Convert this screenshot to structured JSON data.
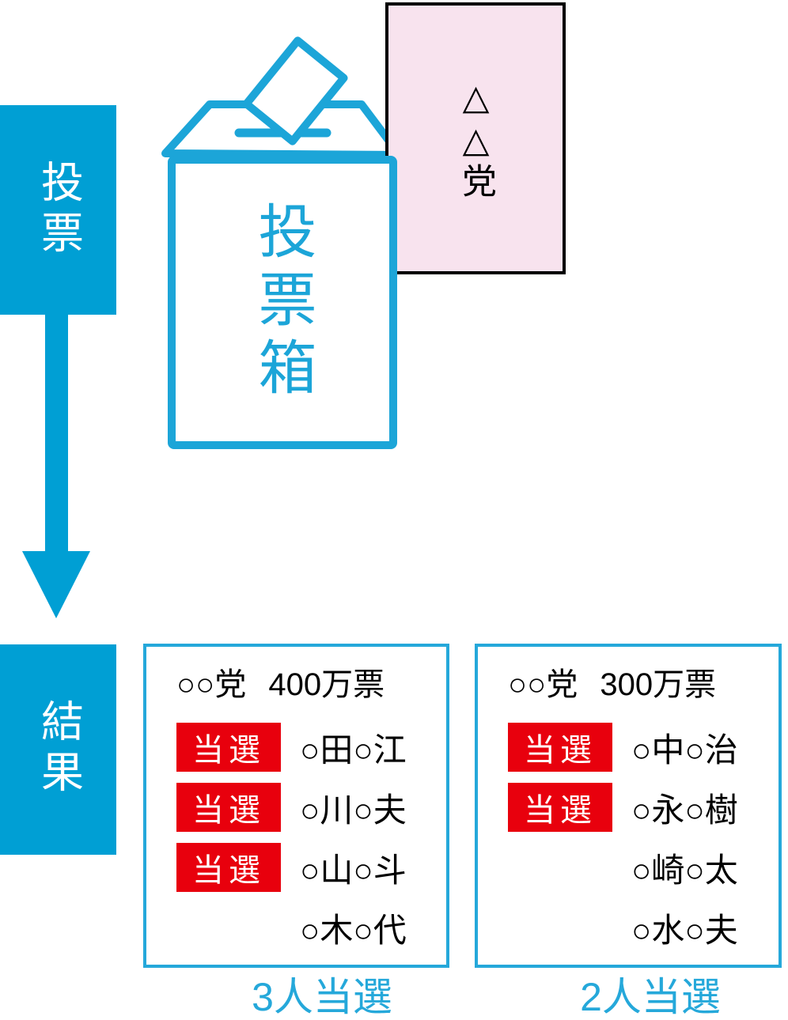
{
  "palette": {
    "accent_blue": "#009FD4",
    "stroke_blue": "#1CA5D8",
    "badge_red": "#E8000D",
    "ballot_pink": "#F8E3EE"
  },
  "flow": {
    "vote_label": "投票",
    "result_label": "結果"
  },
  "ballot_box": {
    "label": "投票箱"
  },
  "ballot_paper": {
    "label": "△△党"
  },
  "results": [
    {
      "party": "○○党",
      "votes": "400万票",
      "caption": "3人当選",
      "candidates": [
        {
          "name": "○田○江",
          "elected": true,
          "badge": "当選"
        },
        {
          "name": "○川○夫",
          "elected": true,
          "badge": "当選"
        },
        {
          "name": "○山○斗",
          "elected": true,
          "badge": "当選"
        },
        {
          "name": "○木○代",
          "elected": false
        }
      ]
    },
    {
      "party": "○○党",
      "votes": "300万票",
      "caption": "2人当選",
      "candidates": [
        {
          "name": "○中○治",
          "elected": true,
          "badge": "当選"
        },
        {
          "name": "○永○樹",
          "elected": true,
          "badge": "当選"
        },
        {
          "name": "○崎○太",
          "elected": false
        },
        {
          "name": "○水○夫",
          "elected": false
        }
      ]
    }
  ]
}
